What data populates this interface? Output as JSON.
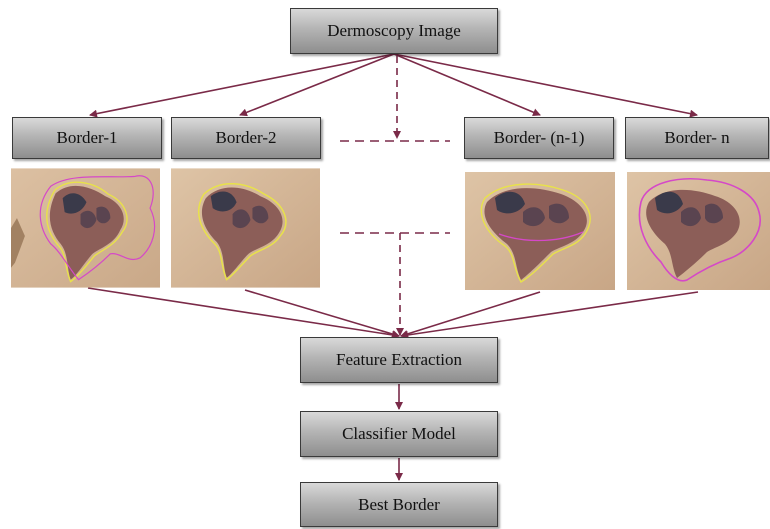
{
  "nodes": {
    "top": "Dermoscopy Image",
    "border_1": "Border-1",
    "border_2": "Border-2",
    "border_n1": "Border- (n-1)",
    "border_n": "Border- n",
    "feature_extraction": "Feature Extraction",
    "classifier_model": "Classifier Model",
    "best_border": "Best Border"
  },
  "colors": {
    "arrow": "#7a2a48",
    "lesion_border_yellow": "#e8e24a",
    "lesion_border_magenta": "#d548c8",
    "skin": "#d8b89a"
  }
}
